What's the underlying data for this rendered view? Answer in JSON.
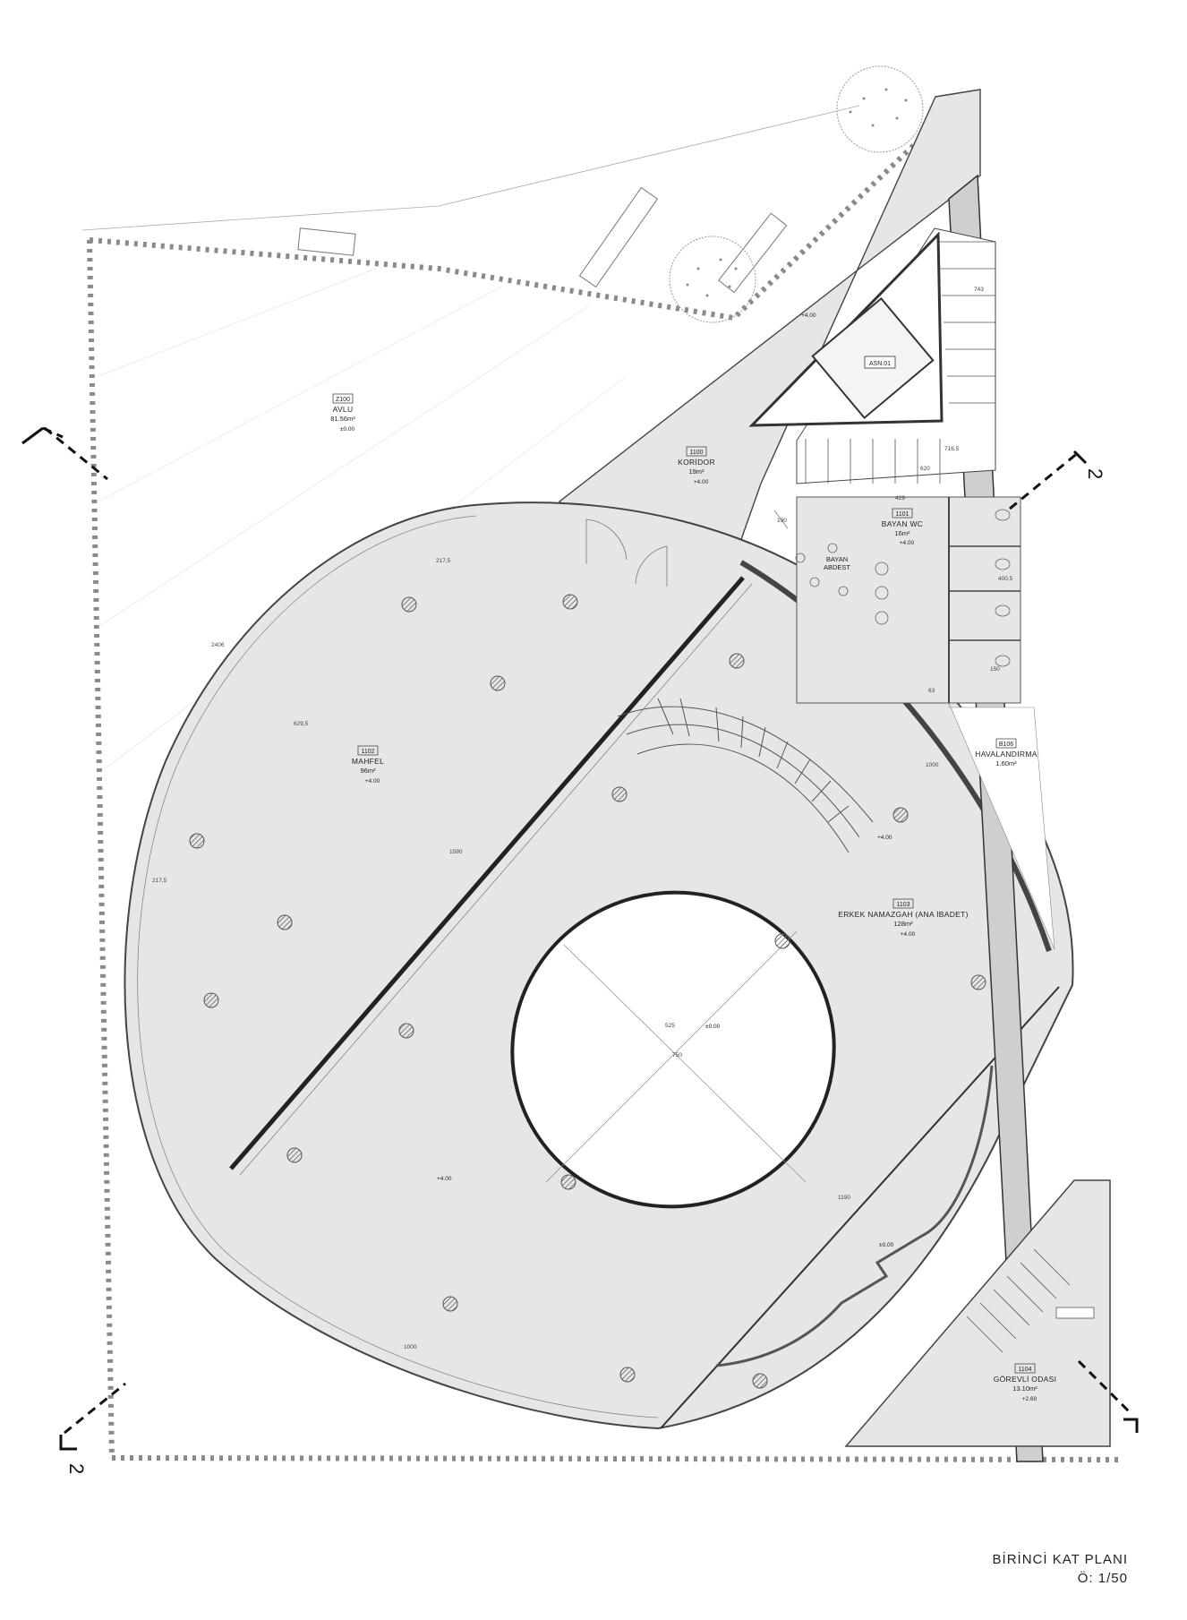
{
  "drawing": {
    "title": "BİRİNCİ KAT PLANI",
    "scale": "Ö: 1/50"
  },
  "section_marker": {
    "label": "2"
  },
  "rooms": {
    "avlu": {
      "tag": "Z100",
      "name": "AVLU",
      "area": "81.56m²",
      "elevation": "±0.00"
    },
    "koridor": {
      "tag": "1100",
      "name": "KORİDOR",
      "area": "19m²",
      "elevation": "+4.00"
    },
    "bayan_wc": {
      "tag": "1101",
      "name": "BAYAN WC",
      "area": "16m²",
      "elevation": "+4.00"
    },
    "bayan_abdest": {
      "name_line1": "BAYAN",
      "name_line2": "ABDEST"
    },
    "mahfel": {
      "tag": "1102",
      "name": "MAHFEL",
      "area": "96m²",
      "elevation": "+4.00"
    },
    "havalandirma": {
      "tag": "B106",
      "name": "HAVALANDIRMA",
      "area": "1.60m²"
    },
    "erkek": {
      "tag": "1103",
      "name": "ERKEK NAMAZGAH (ANA İBADET)",
      "area": "128m²",
      "elevation": "+4.00"
    },
    "gorevli": {
      "tag": "1104",
      "name": "GÖREVLİ ODASI",
      "area": "13.10m²",
      "elevation": "+2.60"
    },
    "asansor": {
      "tag": "ASN.01"
    }
  },
  "elevations": {
    "koridor_top": "+4.00",
    "stair_landing": "+4.00",
    "void_center": "±0.00",
    "lower_floor": "+4.00",
    "entrance": "±0.00"
  },
  "dimensions": {
    "d1": "217,5",
    "d2": "629,5",
    "d3": "217,5",
    "d4": "1590",
    "d5": "2406",
    "d6": "1000",
    "d7": "1000",
    "d8": "525",
    "d9": "750",
    "d10": "1190",
    "d11": "190",
    "d12": "429",
    "d13": "400,5",
    "d14": "150",
    "d15": "63",
    "d16": "620",
    "d17": "743",
    "d18": "716,5"
  }
}
